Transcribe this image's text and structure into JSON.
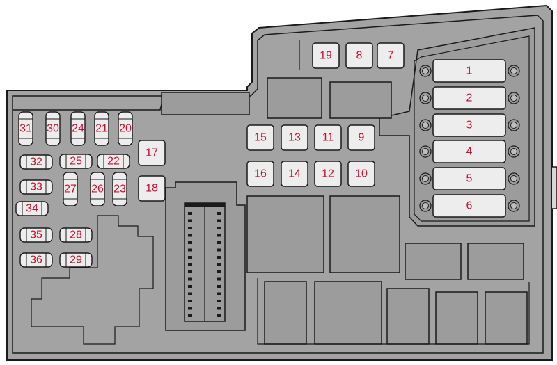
{
  "colors": {
    "housing": "#a3a3a3",
    "outline": "#1a1a1a",
    "fuse_fill": "#ededed",
    "number": "#c8102e",
    "background": "#ffffff"
  },
  "fuses": {
    "f1": "1",
    "f2": "2",
    "f3": "3",
    "f4": "4",
    "f5": "5",
    "f6": "6",
    "f7": "7",
    "f8": "8",
    "f9": "9",
    "f10": "10",
    "f11": "11",
    "f12": "12",
    "f13": "13",
    "f14": "14",
    "f15": "15",
    "f16": "16",
    "f17": "17",
    "f18": "18",
    "f19": "19",
    "f20": "20",
    "f21": "21",
    "f22": "22",
    "f23": "23",
    "f24": "24",
    "f25": "25",
    "f26": "26",
    "f27": "27",
    "f28": "28",
    "f29": "29",
    "f30": "30",
    "f31": "31",
    "f32": "32",
    "f33": "33",
    "f34": "34",
    "f35": "35",
    "f36": "36"
  }
}
